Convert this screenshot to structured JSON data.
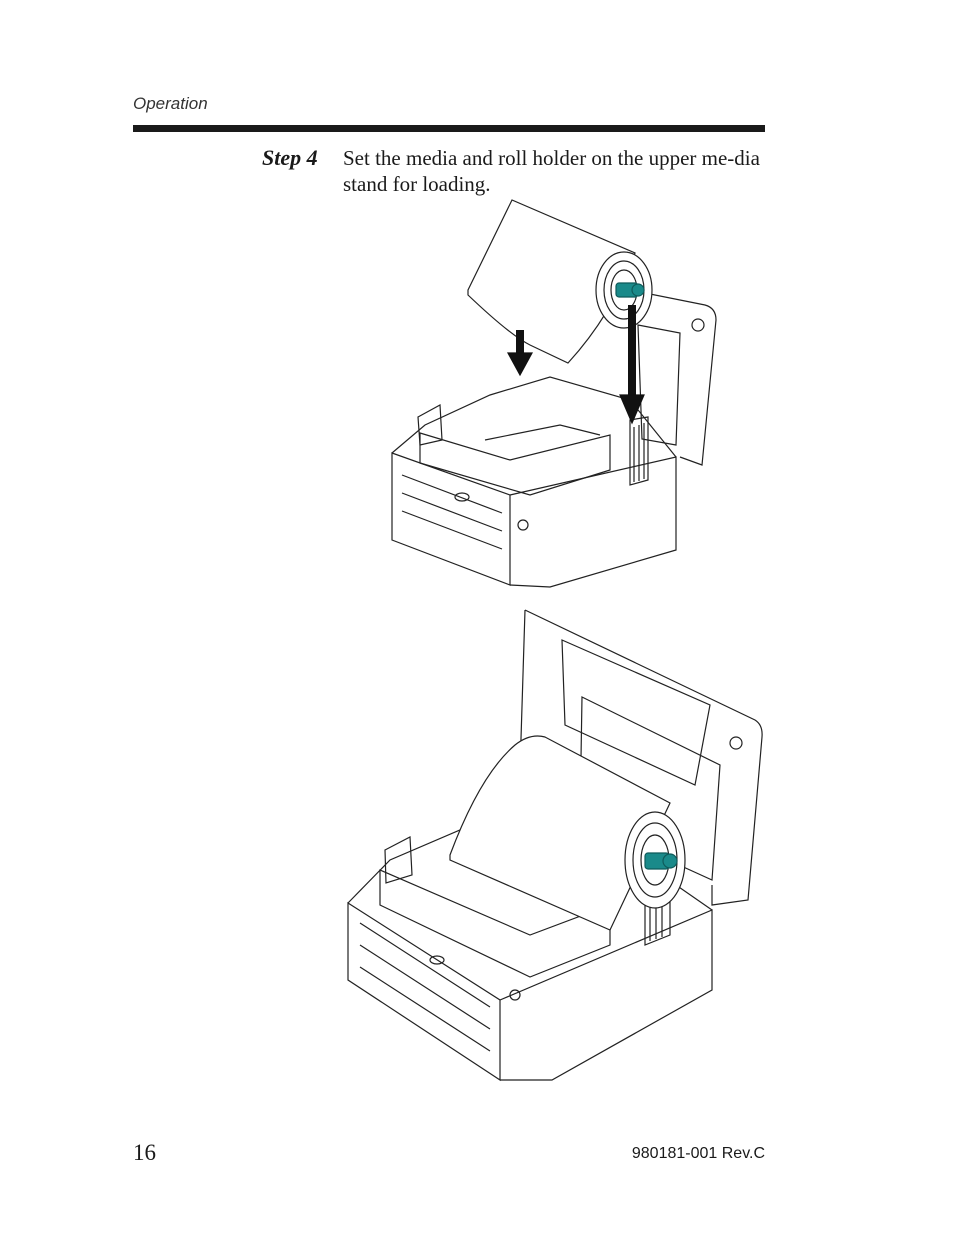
{
  "header": {
    "section": "Operation"
  },
  "step": {
    "label": "Step 4",
    "text": "Set the media and roll holder on the upper me-dia stand for loading."
  },
  "figures": {
    "top": {
      "name": "printer-with-roll-above"
    },
    "bottom": {
      "name": "printer-with-roll-loaded"
    },
    "accent_color": "#1a8a8a"
  },
  "footer": {
    "page_number": "16",
    "doc_id": "980181-001 Rev.C"
  }
}
